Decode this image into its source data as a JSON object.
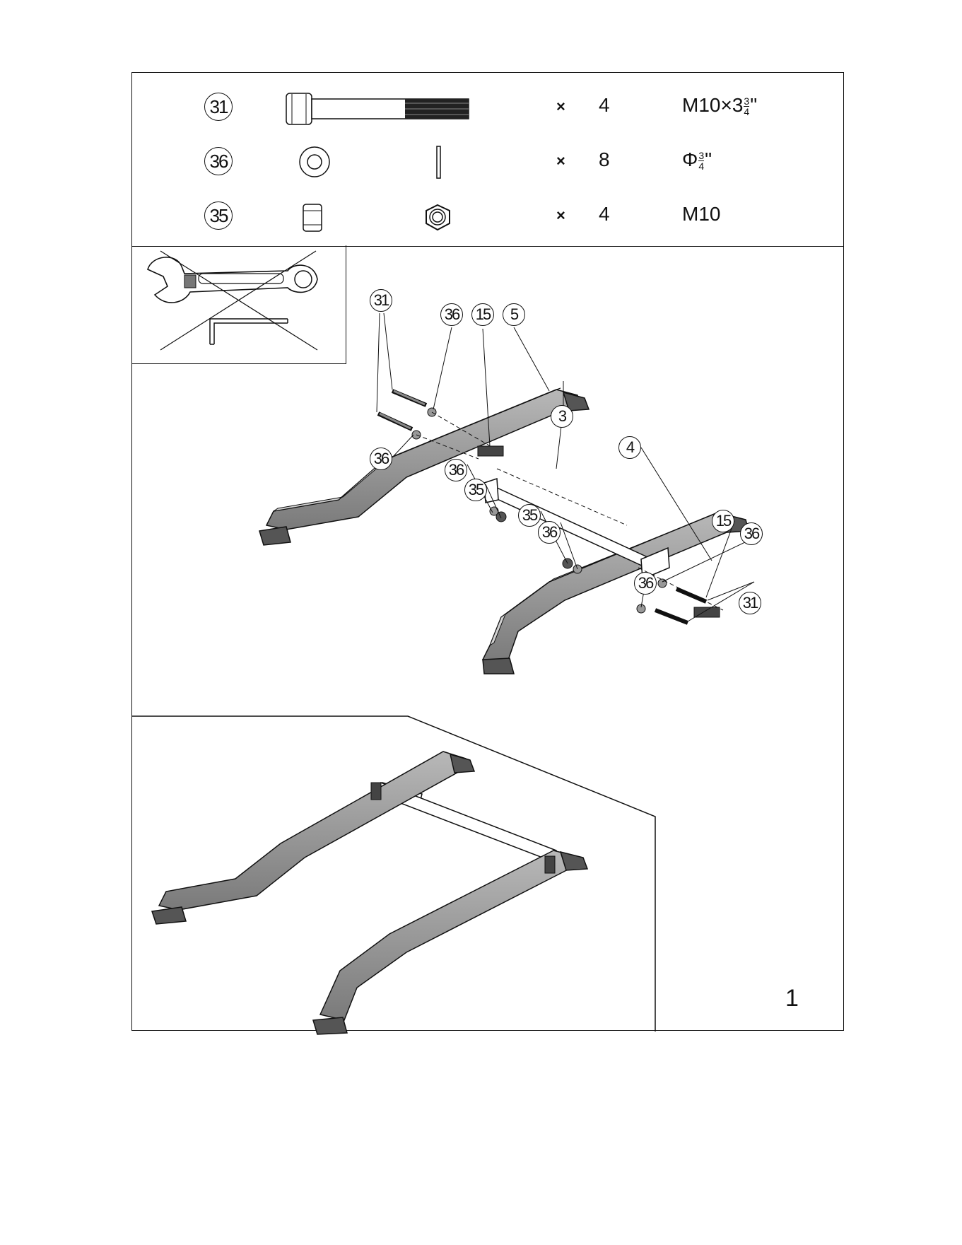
{
  "hardware": [
    {
      "callout": "31",
      "qty_sign": "×",
      "qty": "4",
      "spec_main": "M10×3",
      "spec_frac_num": "3",
      "spec_frac_den": "4",
      "spec_suffix": "\"",
      "icon": "bolt-icon"
    },
    {
      "callout": "36",
      "qty_sign": "×",
      "qty": "8",
      "spec_main": "Φ",
      "spec_frac_num": "3",
      "spec_frac_den": "4",
      "spec_suffix": "\"",
      "icon": "washer-icon"
    },
    {
      "callout": "35",
      "qty_sign": "×",
      "qty": "4",
      "spec_main": "M10",
      "icon": "nut-icon"
    }
  ],
  "tools": {
    "icon": "wrench-and-allen-key-icon"
  },
  "callouts": {
    "c31a": "31",
    "c36a": "36",
    "c15a": "15",
    "c5": "5",
    "c36b": "36",
    "c3": "3",
    "c36c": "36",
    "c35a": "35",
    "c4": "4",
    "c35b": "35",
    "c36d": "36",
    "c15b": "15",
    "c36e": "36",
    "c36f": "36",
    "c31b": "31"
  },
  "step": "1"
}
